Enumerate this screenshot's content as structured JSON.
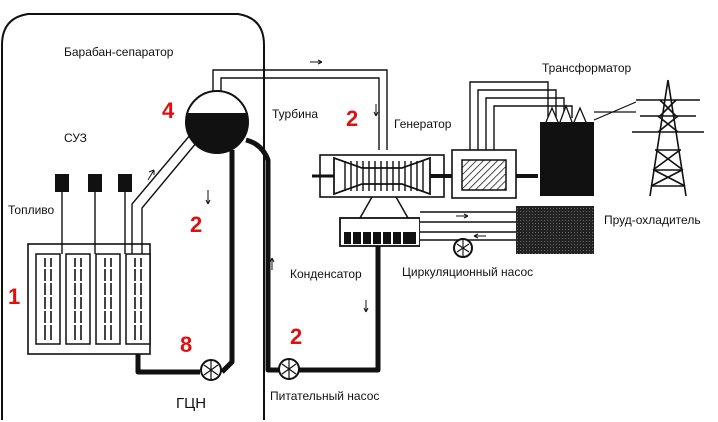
{
  "labels": {
    "drum_separator": "Барабан-сепаратор",
    "turbine": "Турбина",
    "generator": "Генератор",
    "transformer": "Трансформатор",
    "suz": "СУЗ",
    "fuel": "Топливо",
    "cooling_pond": "Пруд-охладитель",
    "condenser": "Конденсатор",
    "circulation_pump": "Циркуляционный насос",
    "feed_pump": "Питательный насос",
    "mcp": "ГЦН"
  },
  "markers": {
    "fuel": "1",
    "drum": "4",
    "downcomer": "2",
    "turbine": "2",
    "condensate": "2",
    "mcp": "8"
  },
  "colors": {
    "line": "#111111",
    "marker": "#e01010",
    "background": "#ffffff"
  }
}
